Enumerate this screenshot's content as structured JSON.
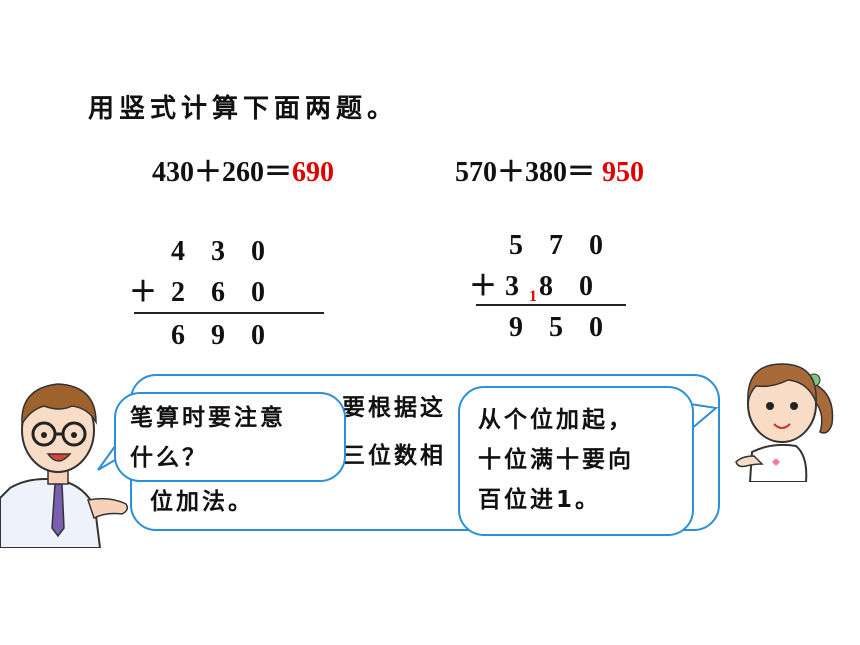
{
  "instruction": "用竖式计算下面两题。",
  "problems": [
    {
      "expression": "430＋260＝",
      "answer": "690",
      "top_digits": [
        "4",
        "3",
        "0"
      ],
      "operator": "＋",
      "bottom_digits": [
        "2",
        "6",
        "0"
      ],
      "result_digits": [
        "6",
        "9",
        "0"
      ]
    },
    {
      "expression": "570＋380＝",
      "answer": " 950",
      "top_digits": [
        "5",
        "7",
        "0"
      ],
      "operator": "＋",
      "bottom_digits": [
        "3",
        "8",
        "0"
      ],
      "carry": "1",
      "result_digits": [
        "9",
        "5",
        "0"
      ]
    }
  ],
  "bubbles": {
    "teacher_question": [
      "笔算时要注意",
      "什么？"
    ],
    "back_text": [
      "要根据这",
      "三位数相",
      "位加法。"
    ],
    "girl_answer": [
      "从个位加起，",
      "十位满十要向",
      "百位进1。"
    ]
  },
  "colors": {
    "answer_red": "#e00000",
    "bubble_border": "#2d8fd6"
  }
}
